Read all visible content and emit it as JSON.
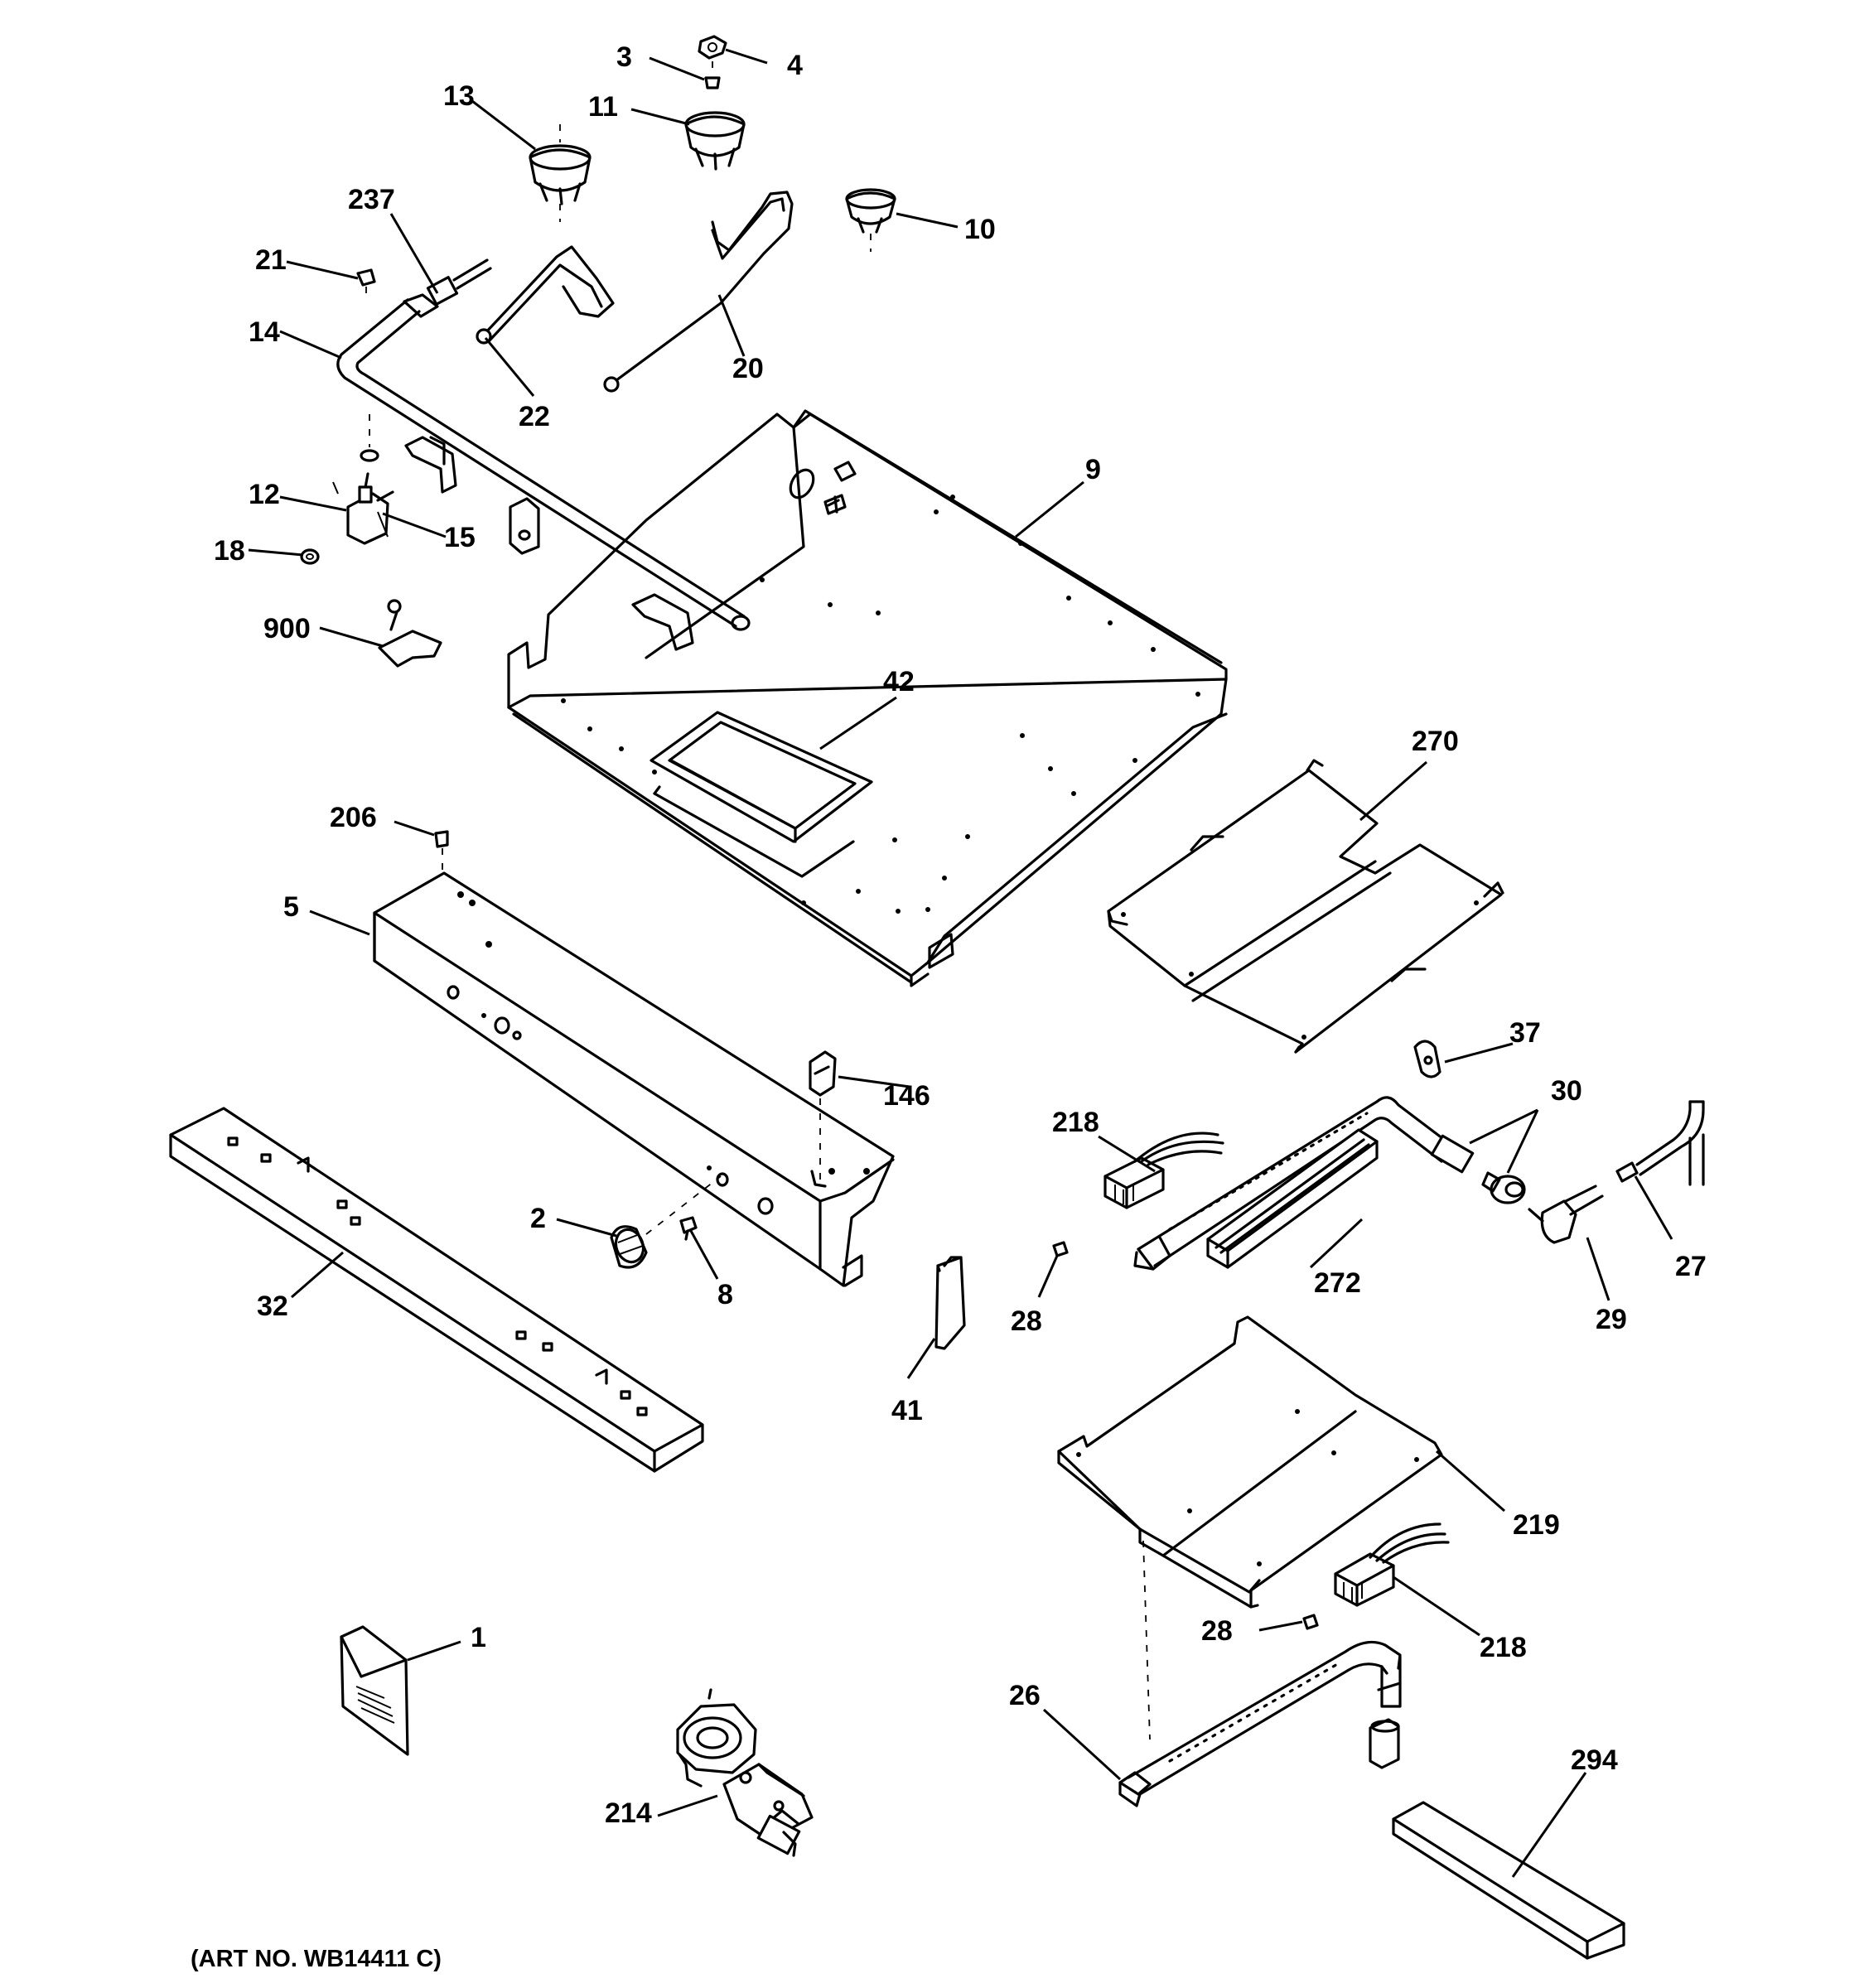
{
  "art_number": "(ART NO. WB14411 C)",
  "callouts": {
    "c1": "1",
    "c2": "2",
    "c3": "3",
    "c4": "4",
    "c5": "5",
    "c8": "8",
    "c9": "9",
    "c10": "10",
    "c11": "11",
    "c12": "12",
    "c13": "13",
    "c14": "14",
    "c15": "15",
    "c18": "18",
    "c20": "20",
    "c21": "21",
    "c22": "22",
    "c26": "26",
    "c27": "27",
    "c28a": "28",
    "c28b": "28",
    "c29": "29",
    "c30": "30",
    "c32": "32",
    "c37": "37",
    "c41": "41",
    "c42": "42",
    "c146": "146",
    "c206": "206",
    "c214": "214",
    "c218a": "218",
    "c218b": "218",
    "c219": "219",
    "c237": "237",
    "c270": "270",
    "c272": "272",
    "c294": "294",
    "c900": "900"
  }
}
